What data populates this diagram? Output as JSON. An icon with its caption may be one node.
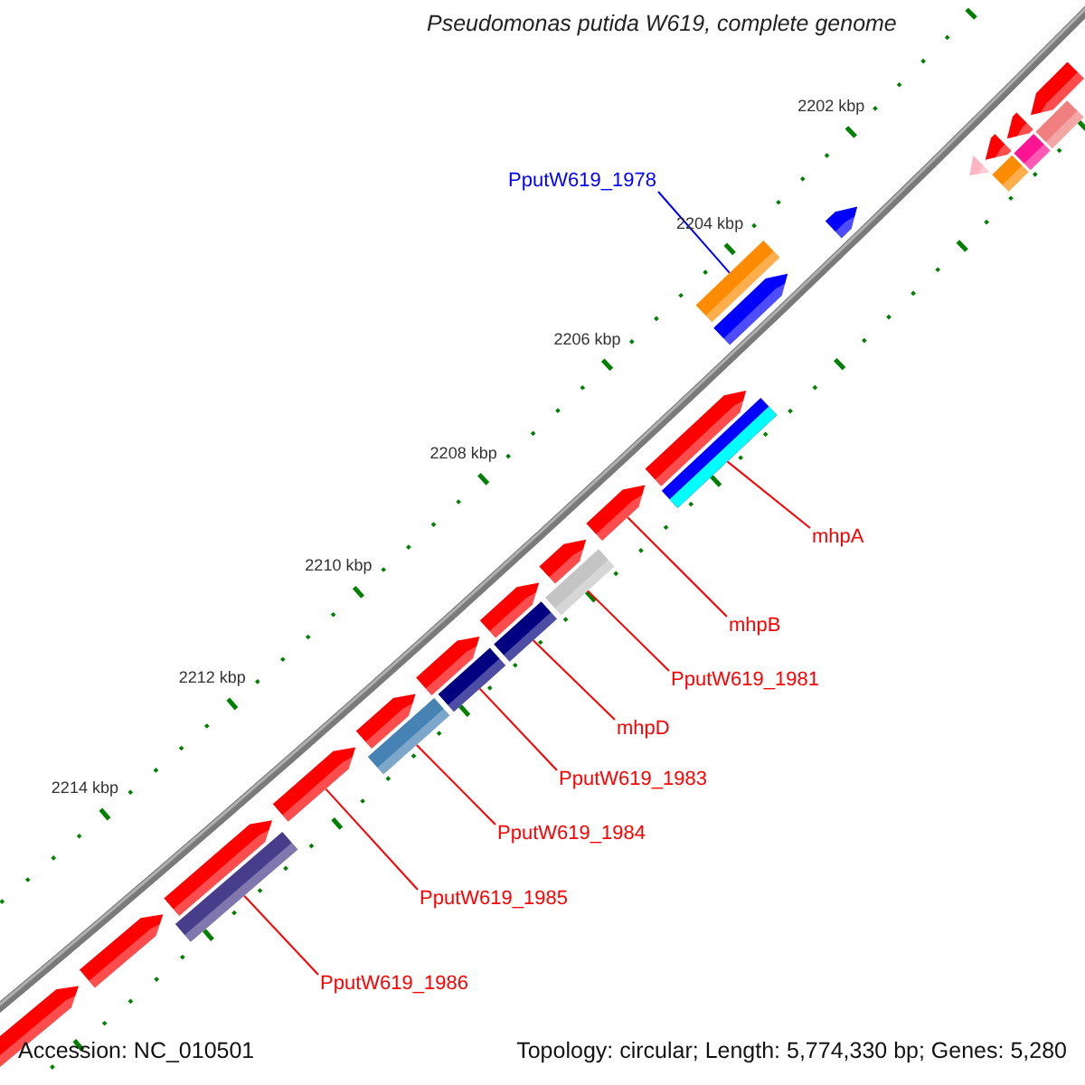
{
  "diagram": {
    "title": "Pseudomonas putida W619, complete genome",
    "nodes": [
      {
        "text": [
          "PputW619_1978"
        ]
      },
      {
        "text": [
          "mhpA"
        ]
      },
      {
        "text": [
          "mhpB"
        ]
      },
      {
        "text": [
          "PputW619_1981"
        ]
      },
      {
        "text": [
          "mhpD"
        ]
      },
      {
        "text": [
          "PputW619_1983"
        ]
      },
      {
        "text": [
          "PputW619_1984"
        ]
      },
      {
        "text": [
          "PputW619_1985"
        ]
      },
      {
        "text": [
          "PputW619_1986"
        ]
      },
      {
        "text": [],
        "shape": "bar"
      },
      {
        "text": [],
        "shape": "bar"
      },
      {
        "text": [],
        "shape": "bar"
      },
      {
        "text": [],
        "shape": "bar"
      },
      {
        "text": [],
        "shape": "bar"
      },
      {
        "text": [],
        "shape": "bar"
      },
      {
        "text": [],
        "shape": "bar"
      },
      {
        "text": [],
        "shape": "bar"
      },
      {
        "text": [],
        "shape": "bar"
      },
      {
        "text": [],
        "shape": "bar"
      },
      {
        "text": [],
        "shape": "bar"
      },
      {
        "text": [],
        "shape": "bar"
      },
      {
        "text": [],
        "shape": "bar"
      },
      {
        "text": [],
        "shape": "bar"
      },
      {
        "text": [],
        "shape": "bar"
      },
      {
        "text": [],
        "shape": "bar"
      },
      {
        "text": [],
        "shape": "bar"
      },
      {
        "text": [],
        "shape": "bar"
      },
      {
        "text": [],
        "shape": "bar"
      },
      {
        "text": [],
        "shape": "bar"
      },
      {
        "text": [],
        "shape": "bar"
      },
      {
        "text": [],
        "shape": "bar"
      },
      {
        "text": [],
        "shape": "bar"
      },
      {
        "text": [],
        "shape": "bar"
      },
      {
        "text": [],
        "shape": "bar"
      },
      {
        "text": [],
        "shape": "bar"
      }
    ],
    "edges": [
      {
        "from": 0,
        "to": 17,
        "arrow": "none",
        "color": "#0000ff"
      },
      {
        "from": 1,
        "to": 19,
        "arrow": "none"
      },
      {
        "from": 2,
        "to": 21,
        "arrow": "none"
      },
      {
        "from": 3,
        "to": 22,
        "arrow": "none"
      },
      {
        "from": 4,
        "to": 25,
        "arrow": "none"
      },
      {
        "from": 5,
        "to": 26,
        "arrow": "none"
      },
      {
        "from": 6,
        "to": 28,
        "arrow": "none"
      },
      {
        "from": 7,
        "to": 30,
        "arrow": "none"
      },
      {
        "from": 8,
        "to": 32,
        "arrow": "none"
      }
    ],
    "labels": [
      "2202 kbp",
      "2204 kbp",
      "2206 kbp",
      "2208 kbp",
      "2210 kbp",
      "2212 kbp",
      "2214 kbp",
      "Accession: NC_010501",
      "Topology: circular; Length: 5,774,330 bp; Genes: 5,280"
    ]
  }
}
